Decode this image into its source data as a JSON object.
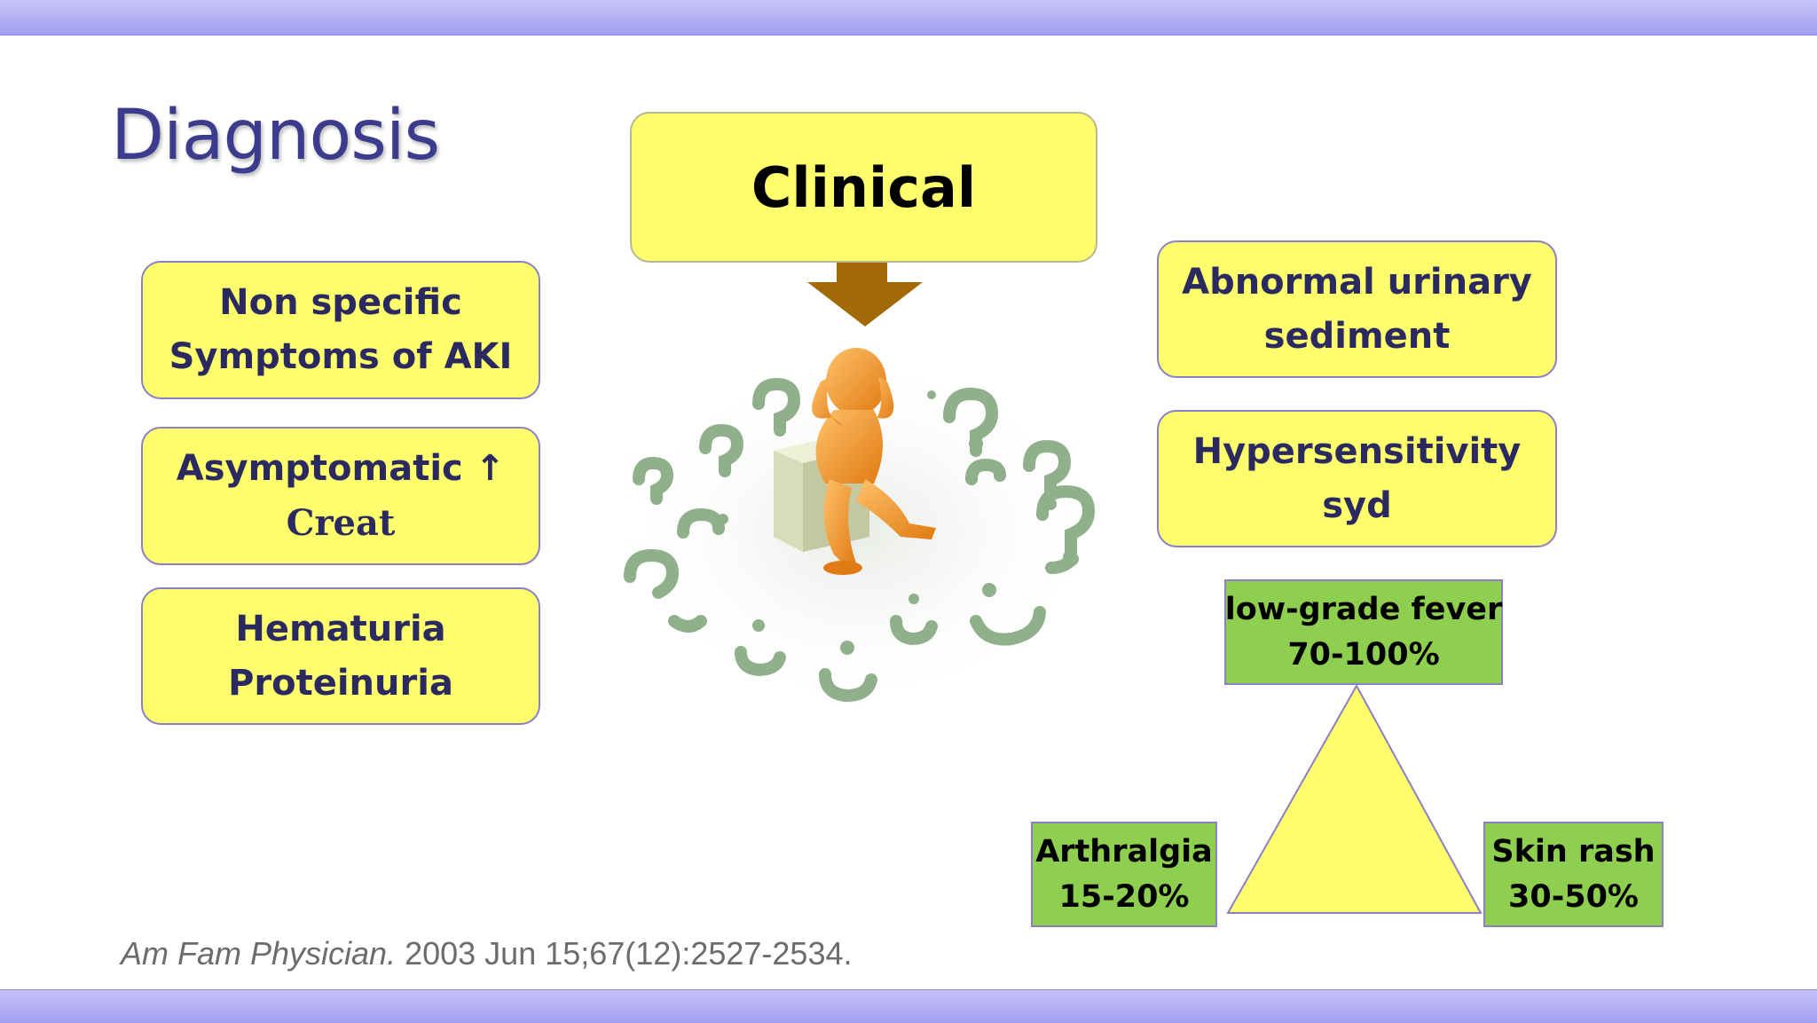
{
  "slide": {
    "title": "Diagnosis",
    "clinical_label": "Clinical",
    "left_boxes": [
      {
        "lines": [
          "Non specific",
          "Symptoms of AKI"
        ]
      },
      {
        "lines": [
          "Asymptomatic ↑",
          "Creat"
        ]
      },
      {
        "lines": [
          "Hematuria",
          "Proteinuria"
        ]
      }
    ],
    "right_boxes": [
      {
        "lines": [
          "Abnormal urinary",
          "sediment"
        ]
      },
      {
        "lines": [
          "Hypersensitivity",
          "syd"
        ]
      }
    ],
    "triad": {
      "top": {
        "label": "low-grade fever",
        "value": "70-100%"
      },
      "left": {
        "label": "Arthralgia",
        "value": "15-20%"
      },
      "right": {
        "label": "Skin rash",
        "value": "30-50%"
      }
    },
    "citation": {
      "journal": "Am Fam Physician.",
      "details": " 2003 Jun 15;67(12):2527-2534."
    }
  },
  "colors": {
    "band": "#a39ef0",
    "title": "#3c3c8e",
    "box_yellow": "#ffff6e",
    "box_border": "#8c7fc4",
    "box_text": "#2a2a60",
    "green": "#8fcf4f",
    "arrow": "#a26a06",
    "figure": "#f59a2e",
    "question_marks": "#8fb08a"
  },
  "icons": {
    "arrow": "down-arrow-icon",
    "illustration": "thinking-person-icon",
    "triangle": "triangle-shape"
  }
}
